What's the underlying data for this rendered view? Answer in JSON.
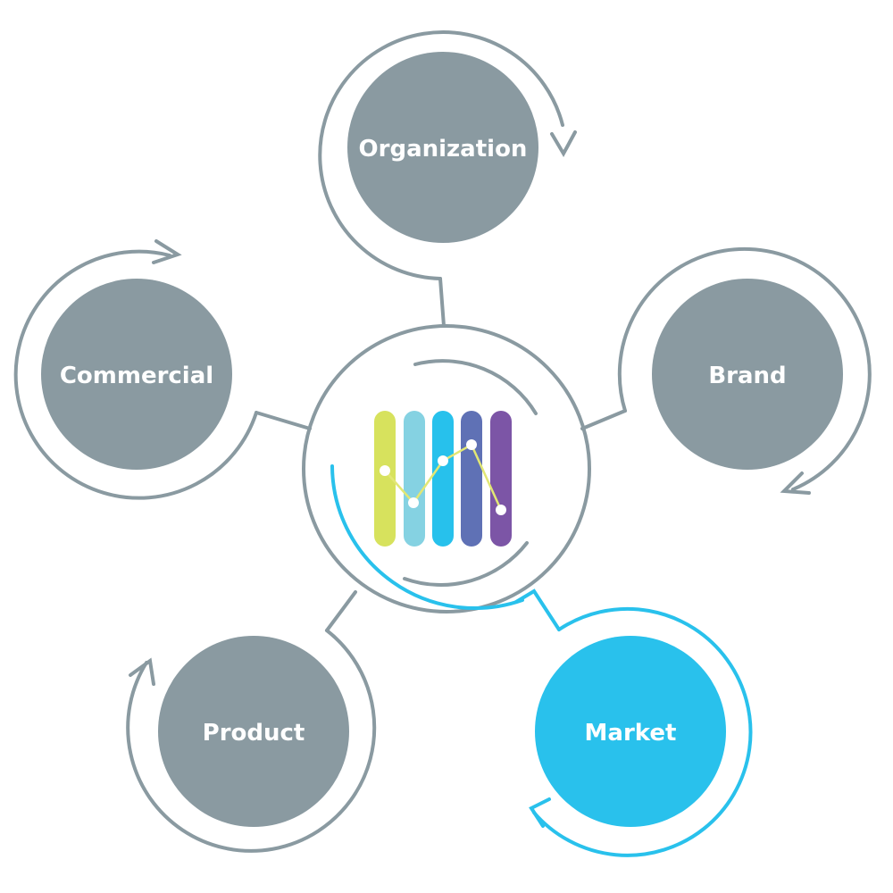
{
  "colors": {
    "node_gray": "#8a9aa1",
    "ring_gray": "#8a9aa1",
    "accent_blue": "#29c1ec",
    "bar_1": "#d7e25d",
    "bar_2": "#85d2e2",
    "bar_3": "#27c1ec",
    "bar_4": "#5f71b5",
    "bar_5": "#7c55a6",
    "trend_line": "#e2e774"
  },
  "nodes": {
    "organization": {
      "label": "Organization"
    },
    "commercial": {
      "label": "Commercial"
    },
    "brand": {
      "label": "Brand"
    },
    "product": {
      "label": "Product"
    },
    "market": {
      "label": "Market"
    }
  },
  "hub": {
    "icon": "bar-line-chart-icon"
  }
}
